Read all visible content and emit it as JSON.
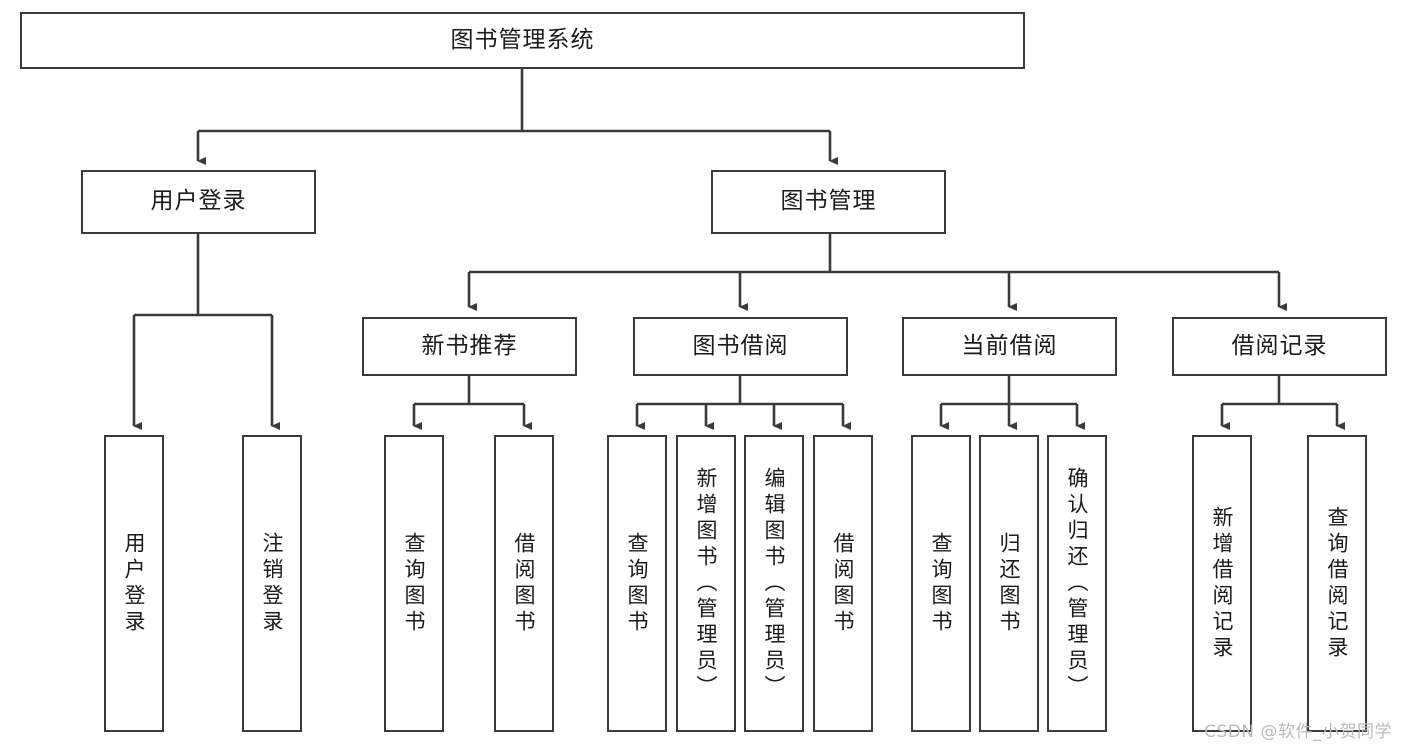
{
  "diagram": {
    "title": "图书管理系统",
    "type": "tree",
    "watermark": "CSDN @软件_小贺同学",
    "colors": {
      "stroke": "#3a3a3a",
      "fill": "#ffffff",
      "text": "#1b1b1b",
      "watermark": "#b9b9b9"
    },
    "levels": {
      "root": {
        "label": "图书管理系统"
      },
      "level2": [
        {
          "label": "用户登录"
        },
        {
          "label": "图书管理"
        }
      ],
      "level3": [
        {
          "label": "新书推荐"
        },
        {
          "label": "图书借阅"
        },
        {
          "label": "当前借阅"
        },
        {
          "label": "借阅记录"
        }
      ],
      "leaves": {
        "user_login": [
          {
            "label": "用户登录"
          },
          {
            "label": "注销登录"
          }
        ],
        "new_book": [
          {
            "label": "查询图书"
          },
          {
            "label": "借阅图书"
          }
        ],
        "book_borrow": [
          {
            "label": "查询图书"
          },
          {
            "label": "新增图书（管理员）"
          },
          {
            "label": "编辑图书（管理员）"
          },
          {
            "label": "借阅图书"
          }
        ],
        "current_borrow": [
          {
            "label": "查询图书"
          },
          {
            "label": "归还图书"
          },
          {
            "label": "确认归还（管理员）"
          }
        ],
        "borrow_record": [
          {
            "label": "新增借阅记录"
          },
          {
            "label": "查询借阅记录"
          }
        ]
      }
    }
  }
}
